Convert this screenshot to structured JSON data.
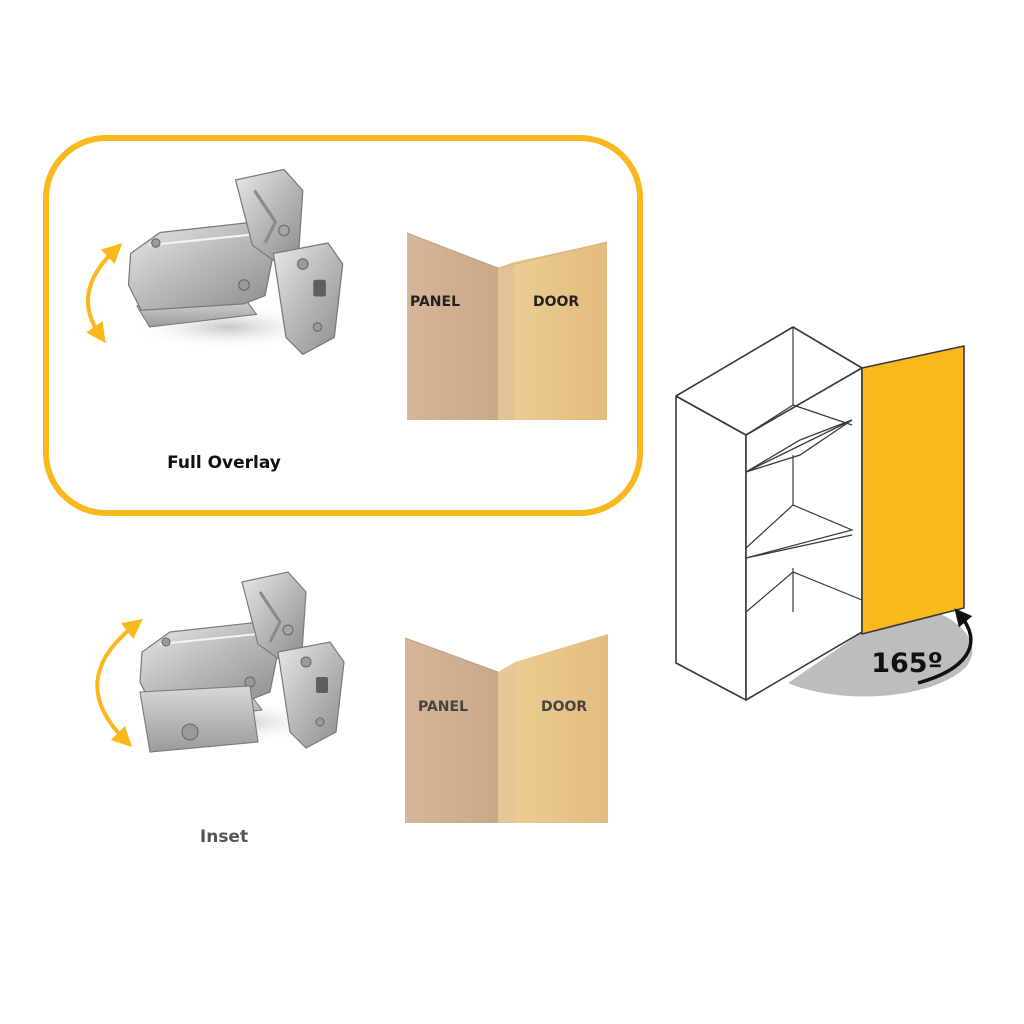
{
  "colors": {
    "accent": "#f9b81b",
    "door_fill": "#f9b81b",
    "panel_wood": "#d9b99a",
    "door_wood": "#e8c58c",
    "swing_arc": "#bdbdbd",
    "outline": "#3a3a3a",
    "text_dark": "#111111",
    "text_muted": "#555555"
  },
  "options": [
    {
      "label": "Full Overlay",
      "selected": true,
      "panel_label": "PANEL",
      "door_label": "DOOR",
      "hinge_icon": "concealed-hinge-photo",
      "motion_icon": "curved-double-arrow-icon"
    },
    {
      "label": "Inset",
      "selected": false,
      "panel_label": "PANEL",
      "door_label": "DOOR",
      "hinge_icon": "concealed-hinge-photo",
      "motion_icon": "curved-double-arrow-icon"
    }
  ],
  "cabinet": {
    "opening_angle": "165º",
    "shelves": 2,
    "icon": "cabinet-open-door-icon"
  }
}
